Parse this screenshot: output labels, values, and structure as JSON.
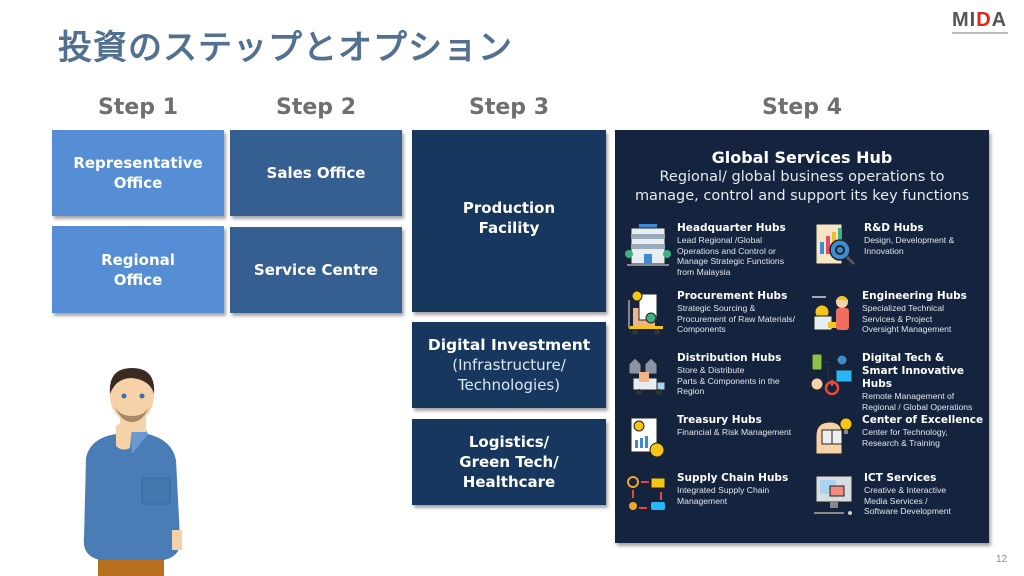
{
  "slide": {
    "title": "投資のステップとオプション",
    "page_number": "12",
    "logo": {
      "text_main": "MI",
      "text_accent": "D",
      "text_end": "A",
      "accent_color": "#e2231a"
    }
  },
  "steps": [
    {
      "label": "Step 1"
    },
    {
      "label": "Step 2"
    },
    {
      "label": "Step 3"
    },
    {
      "label": "Step 4"
    }
  ],
  "step1": {
    "boxes": [
      {
        "line1": "Representative",
        "line2": "Office"
      },
      {
        "line1": "Regional",
        "line2": "Office"
      }
    ]
  },
  "step2": {
    "boxes": [
      {
        "label": "Sales Office"
      },
      {
        "label": "Service Centre"
      }
    ]
  },
  "step3": {
    "production": {
      "line1": "Production",
      "line2": "Facility"
    },
    "digital": {
      "title": "Digital Investment",
      "sub1": "(Infrastructure/",
      "sub2": "Technologies)"
    },
    "logistics": {
      "line1": "Logistics/",
      "line2": "Green Tech/",
      "line3": "Healthcare"
    }
  },
  "step4": {
    "title": "Global Services Hub",
    "desc1": "Regional/ global business operations to",
    "desc2": "manage, control and support  its key functions",
    "hubs": [
      {
        "icon": "building-icon",
        "title": "Headquarter Hubs",
        "lines": [
          "Lead Regional /Global",
          "Operations and Control or",
          "Manage Strategic Functions",
          "from Malaysia"
        ]
      },
      {
        "icon": "research-chart-icon",
        "title": "R&D Hubs",
        "lines": [
          "Design, Development &",
          "Innovation"
        ]
      },
      {
        "icon": "procurement-cart-icon",
        "title": "Procurement Hubs",
        "lines": [
          "Strategic Sourcing &",
          "Procurement of Raw Materials/",
          "Components"
        ]
      },
      {
        "icon": "engineer-icon",
        "title": "Engineering  Hubs",
        "lines": [
          "Specialized Technical",
          "Services & Project",
          "Oversight Management"
        ]
      },
      {
        "icon": "warehouse-truck-icon",
        "title": "Distribution Hubs",
        "lines": [
          "Store & Distribute",
          "Parts & Components in the",
          "Region"
        ]
      },
      {
        "icon": "smart-devices-icon",
        "title": "Digital Tech &",
        "title2": "Smart Innovative Hubs",
        "lines": [
          "Remote Management of",
          "Regional / Global Operations"
        ]
      },
      {
        "icon": "finance-report-icon",
        "title": "Treasury Hubs",
        "lines": [
          "Financial & Risk Management"
        ]
      },
      {
        "icon": "head-book-bulb-icon",
        "title": "Center of Excellence",
        "lines": [
          "Center for Technology,",
          "Research & Training"
        ]
      },
      {
        "icon": "supply-chain-icon",
        "title": "Supply Chain Hubs",
        "lines": [
          "Integrated Supply Chain",
          "Management"
        ]
      },
      {
        "icon": "computer-monitor-icon",
        "title": "ICT Services",
        "lines": [
          "Creative & Interactive",
          "Media Services /",
          "Software Development"
        ]
      }
    ]
  },
  "colors": {
    "title": "#52708f",
    "step1_box": "#558ed5",
    "step2_box": "#365f91",
    "step3_box": "#17375e",
    "step4_box": "#14243f"
  }
}
